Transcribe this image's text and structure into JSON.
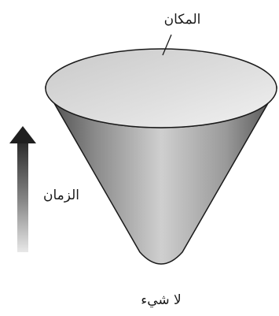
{
  "diagram": {
    "top_label": "المكان",
    "side_label": "الزمان",
    "bottom_label": "لا شيء"
  }
}
